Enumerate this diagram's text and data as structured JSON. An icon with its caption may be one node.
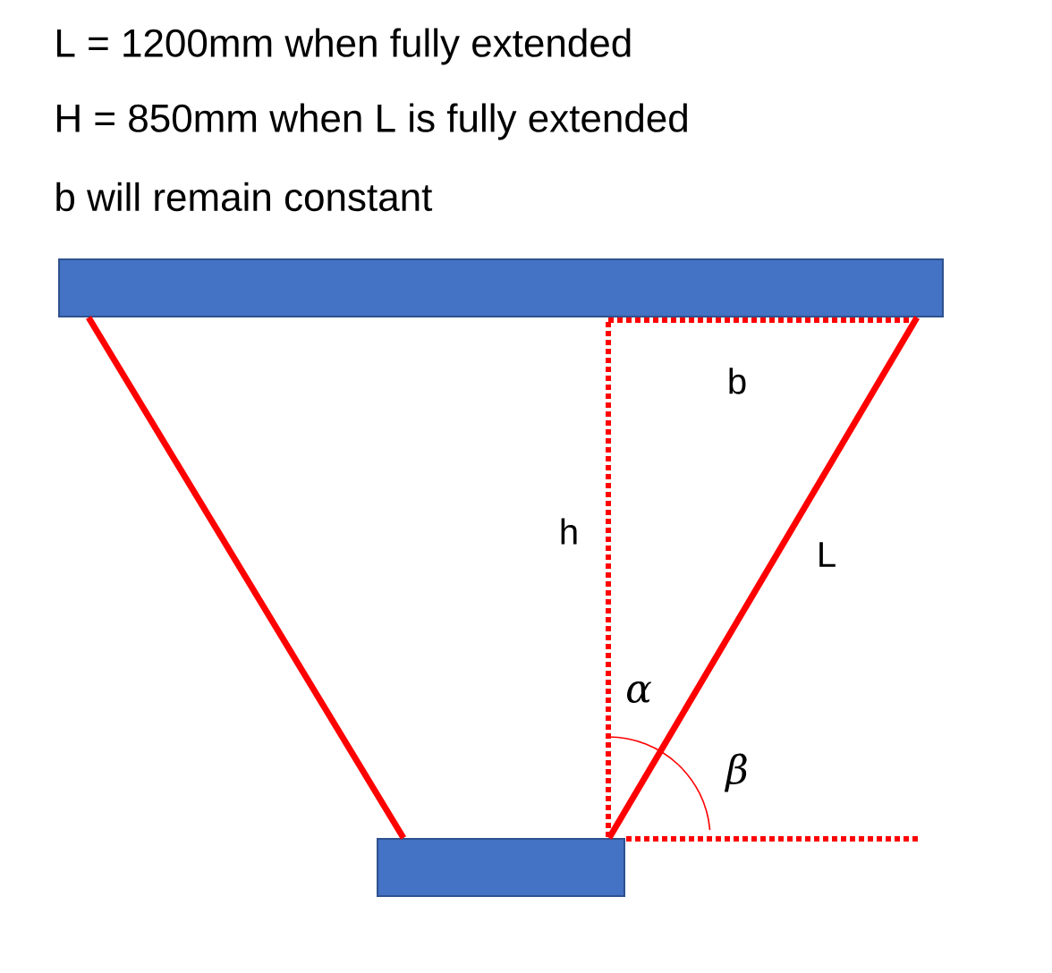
{
  "diagram": {
    "nodes": [
      {
        "text": [],
        "shape": "bar"
      },
      {
        "text": [],
        "shape": "bar"
      }
    ],
    "edges": [
      {
        "from": 0,
        "to": 1,
        "arrow": "none"
      },
      {
        "from": 1,
        "to": 0,
        "arrow": "none"
      }
    ],
    "labels": [
      "L = 1200mm when fully extended",
      "H = 850mm when L is fully extended",
      "b will remain constant",
      "b",
      "h",
      "L",
      "α",
      "β"
    ]
  }
}
